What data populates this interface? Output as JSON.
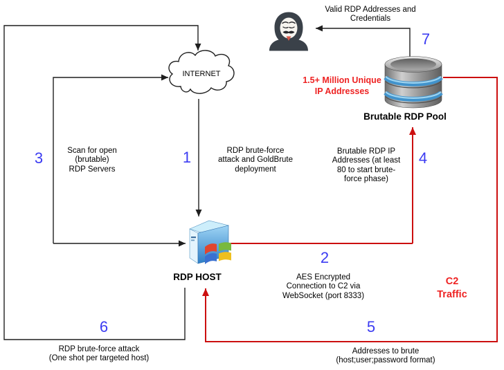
{
  "colors": {
    "step_blue": "#3b3bf2",
    "line_black": "#1f1f1f",
    "line_red": "#cc0f0f",
    "red_text": "#ee2222"
  },
  "nodes": {
    "internet": {
      "label": "INTERNET"
    },
    "rdp_host": {
      "label": "RDP HOST"
    },
    "pool": {
      "label": "Brutable RDP Pool",
      "annotation": "1.5+ Million Unique\nIP Addresses"
    }
  },
  "annotations": {
    "c2_traffic": "C2\nTraffic"
  },
  "steps": [
    {
      "num": "1",
      "label": "RDP brute-force\nattack and GoldBrute\ndeployment"
    },
    {
      "num": "2",
      "label": "AES Encrypted\nConnection to C2 via\nWebSocket (port 8333)"
    },
    {
      "num": "3",
      "label": "Scan for open\n(brutable)\nRDP Servers"
    },
    {
      "num": "4",
      "label": "Brutable RDP IP\nAddresses (at least\n80 to start brute-\nforce phase)"
    },
    {
      "num": "5",
      "label": "Addresses to brute\n(host;user;password format)"
    },
    {
      "num": "6",
      "label": "RDP brute-force attack\n(One shot per targeted host)"
    },
    {
      "num": "7",
      "label": "Valid RDP Addresses and\nCredentials"
    }
  ]
}
